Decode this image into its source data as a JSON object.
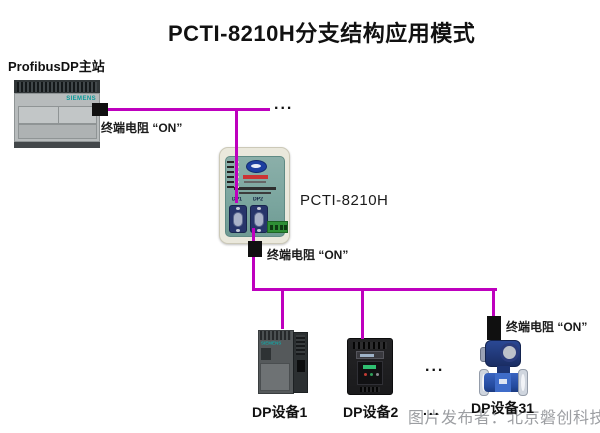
{
  "title": "PCTI-8210H分支结构应用模式",
  "colors": {
    "bus_line": "#BE00BE",
    "hub_face": "#7AA59E",
    "terminator_block": "#101010",
    "watermark_text": "#919498"
  },
  "master": {
    "label": "ProfibusDP主站",
    "brand": "SIEMENS",
    "terminator_label": "终端电阻 “ON”"
  },
  "hub": {
    "label": "PCTI-8210H",
    "ports": {
      "dp1": "DP1",
      "dp2": "DP2"
    },
    "terminator_label": "终端电阻 “ON”"
  },
  "bus": {
    "ellipsis_top": "...",
    "ellipsis_devices": "...",
    "ellipsis_labels": "..."
  },
  "devices": [
    {
      "label": "DP设备1",
      "brand": "SIEMENS"
    },
    {
      "label": "DP设备2"
    },
    {
      "label": "DP设备31",
      "terminator_label": "终端电阻 “ON”"
    }
  ],
  "watermark": "图片发布者：北京磐创科技"
}
